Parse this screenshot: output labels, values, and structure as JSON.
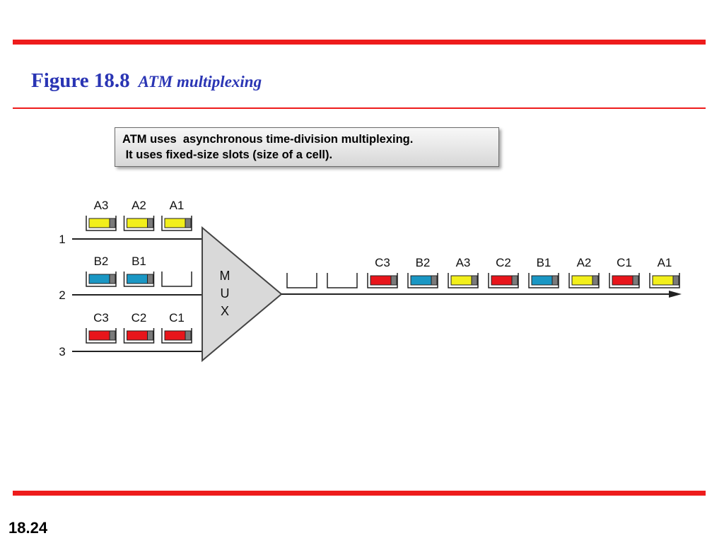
{
  "colors": {
    "accent_bar": "#ee1c1c",
    "title_blue": "#2a35b4",
    "slot_red": "#e8151b",
    "slot_blue": "#1a97c4",
    "slot_yellow": "#f2ef1b",
    "slot_tail": "#7a7a7a",
    "mux_fill": "#d9d9d9"
  },
  "slide": {
    "figure_label": "Figure 18.8",
    "caption": "ATM multiplexing",
    "number": "18.24"
  },
  "note": {
    "line1": "ATM uses  asynchronous time-division multiplexing.",
    "line2": " It uses fixed-size slots (size of a cell)."
  },
  "diagram": {
    "mux_letters": [
      "M",
      "U",
      "X"
    ],
    "inputs": [
      {
        "label": "1",
        "cells": [
          "A3",
          "A2",
          "A1"
        ],
        "color": "yellow",
        "empty_slots": 0
      },
      {
        "label": "2",
        "cells": [
          "B2",
          "B1"
        ],
        "color": "blue",
        "empty_slots": 1
      },
      {
        "label": "3",
        "cells": [
          "C3",
          "C2",
          "C1"
        ],
        "color": "red",
        "empty_slots": 0
      }
    ],
    "output": {
      "empty_slots": 2,
      "cells": [
        {
          "label": "C3",
          "color": "red"
        },
        {
          "label": "B2",
          "color": "blue"
        },
        {
          "label": "A3",
          "color": "yellow"
        },
        {
          "label": "C2",
          "color": "red"
        },
        {
          "label": "B1",
          "color": "blue"
        },
        {
          "label": "A2",
          "color": "yellow"
        },
        {
          "label": "C1",
          "color": "red"
        },
        {
          "label": "A1",
          "color": "yellow"
        }
      ]
    }
  }
}
